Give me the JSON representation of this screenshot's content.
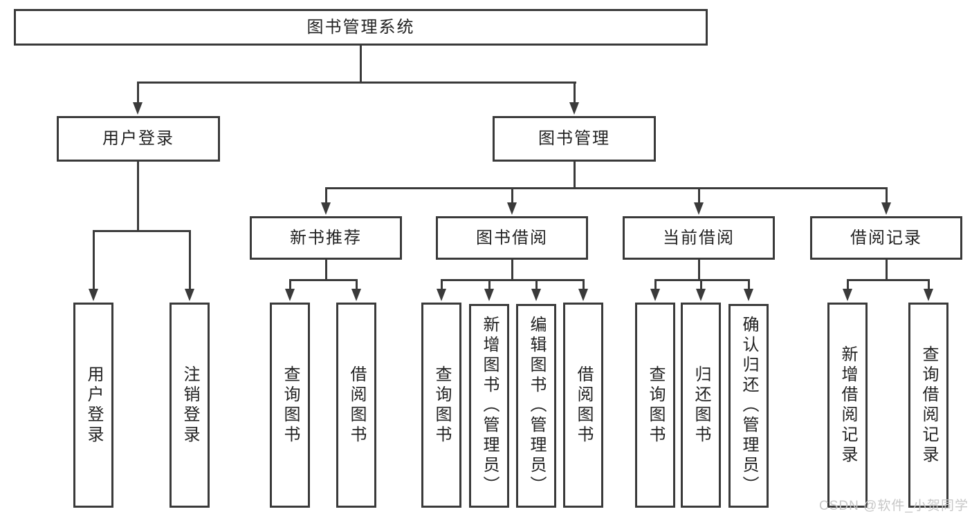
{
  "diagram": {
    "root": "图书管理系统",
    "login": {
      "label": "用户登录",
      "children": [
        "用户登录",
        "注销登录"
      ]
    },
    "management": {
      "label": "图书管理",
      "sections": [
        {
          "label": "新书推荐",
          "children": [
            "查询图书",
            "借阅图书"
          ]
        },
        {
          "label": "图书借阅",
          "children": [
            "查询图书",
            "新增图书（管理员）",
            "编辑图书（管理员）",
            "借阅图书"
          ]
        },
        {
          "label": "当前借阅",
          "children": [
            "查询图书",
            "归还图书",
            "确认归还（管理员）"
          ]
        },
        {
          "label": "借阅记录",
          "children": [
            "新增借阅记录",
            "查询借阅记录"
          ]
        }
      ]
    }
  },
  "watermark": "CSDN @软件_小贺同学",
  "colors": {
    "line": "#3a3a3a",
    "text": "#222222",
    "background": "#ffffff",
    "watermark": "#c7c7c7"
  }
}
